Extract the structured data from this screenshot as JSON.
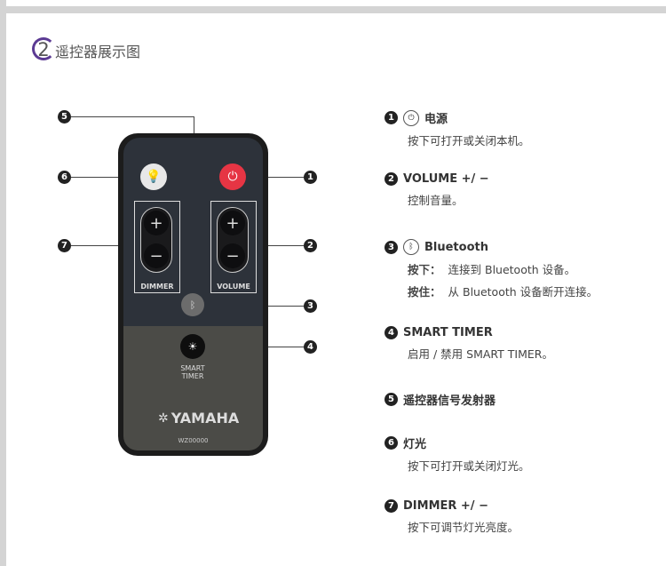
{
  "section": {
    "number": "2",
    "title": "遥控器展示图"
  },
  "remote": {
    "dimmer_label": "DIMMER",
    "volume_label": "VOLUME",
    "plus": "+",
    "minus": "−",
    "smart_timer_label": "SMART TIMER",
    "brand": "YAMAHA",
    "model": "WZ00000"
  },
  "callouts": [
    "1",
    "2",
    "3",
    "4",
    "5",
    "6",
    "7"
  ],
  "items": [
    {
      "num": "1",
      "icon": "power-icon",
      "title": "电源",
      "desc": "按下可打开或关闭本机。"
    },
    {
      "num": "2",
      "title": "VOLUME +/ −",
      "desc": "控制音量。"
    },
    {
      "num": "3",
      "icon": "bluetooth-icon",
      "title": "Bluetooth",
      "press_label": "按下：",
      "press_desc": "连接到 Bluetooth 设备。",
      "hold_label": "按住：",
      "hold_desc": "从 Bluetooth 设备断开连接。"
    },
    {
      "num": "4",
      "title": "SMART TIMER",
      "desc": "启用 / 禁用 SMART TIMER。"
    },
    {
      "num": "5",
      "title": "遥控器信号发射器"
    },
    {
      "num": "6",
      "title": "灯光",
      "desc": "按下可打开或关闭灯光。"
    },
    {
      "num": "7",
      "title": "DIMMER +/ −",
      "desc": "按下可调节灯光亮度。"
    }
  ]
}
